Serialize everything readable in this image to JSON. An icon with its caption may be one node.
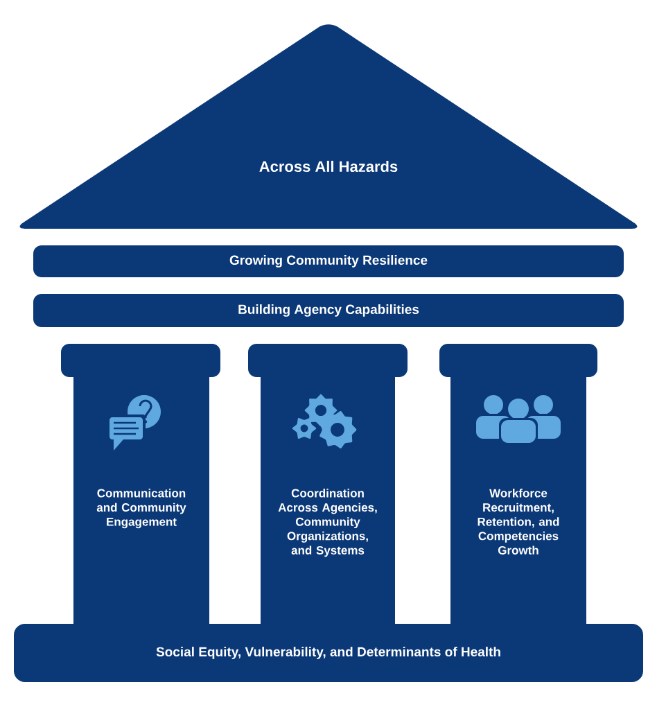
{
  "diagram": {
    "nodes": [
      {
        "text": [
          "Across All Hazards"
        ]
      },
      {
        "text": [
          "Growing Community Resilience"
        ]
      },
      {
        "text": [
          "Building Agency Capabilities"
        ]
      },
      {
        "text": [
          "Communication and Community Engagement"
        ]
      },
      {
        "text": [
          "Coordination Across Agencies, Community Organizations, and Systems"
        ]
      },
      {
        "text": [
          "Workforce Recruitment, Retention, and Competencies Growth"
        ]
      },
      {
        "text": [
          "Social Equity, Vulnerability, and Determinants of Health"
        ]
      }
    ]
  }
}
